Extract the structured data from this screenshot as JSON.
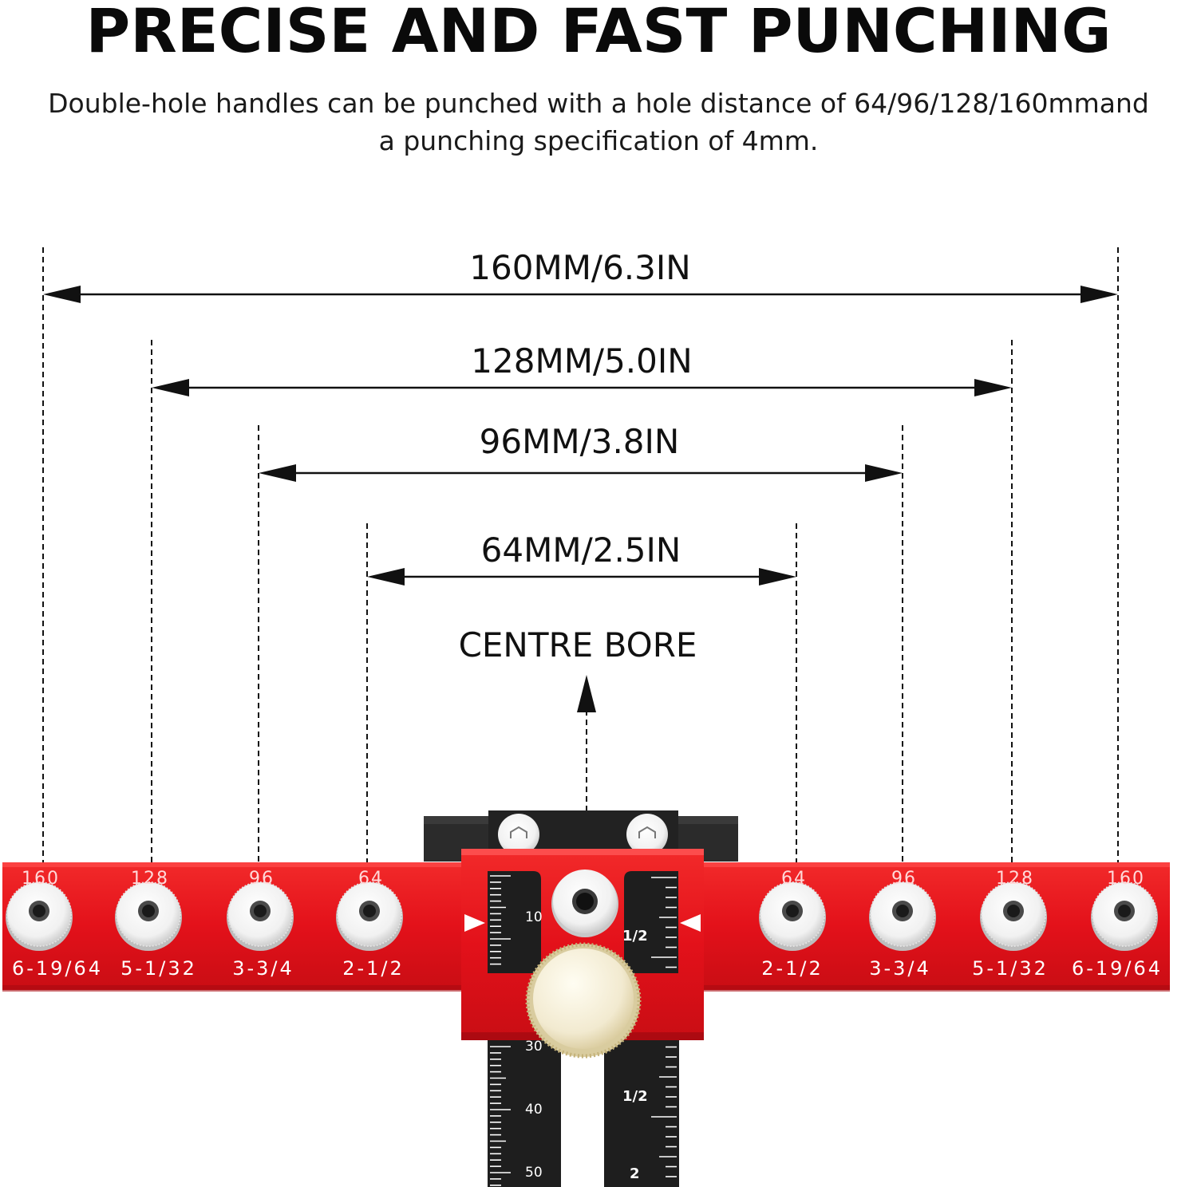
{
  "header": {
    "title": "PRECISE AND FAST PUNCHING",
    "subtitle_line1": "Double-hole handles can be punched with a hole distance of 64/96/128/160mmand",
    "subtitle_line2": "a punching specification of 4mm."
  },
  "dimensions": [
    {
      "label": "160MM/6.3IN"
    },
    {
      "label": "128MM/5.0IN"
    },
    {
      "label": "96MM/3.8IN"
    },
    {
      "label": "64MM/2.5IN"
    }
  ],
  "centre_label": "CENTRE BORE",
  "holes_left": [
    {
      "mm": "160",
      "inch": "6-19/64"
    },
    {
      "mm": "128",
      "inch": "5-1/32"
    },
    {
      "mm": "96",
      "inch": "3-3/4"
    },
    {
      "mm": "64",
      "inch": "2-1/2"
    }
  ],
  "holes_right": [
    {
      "mm": "64",
      "inch": "2-1/2"
    },
    {
      "mm": "96",
      "inch": "3-3/4"
    },
    {
      "mm": "128",
      "inch": "5-1/32"
    },
    {
      "mm": "160",
      "inch": "6-19/64"
    }
  ],
  "scale_left": {
    "upper": "10",
    "lower": [
      "30",
      "40",
      "50"
    ]
  },
  "scale_right": {
    "upper": "1/2",
    "lower": [
      "1/2",
      "2"
    ]
  },
  "colors": {
    "jig_red": "#e8141c",
    "scale_black": "#1e1e1e",
    "knob": "#f3eccf"
  }
}
